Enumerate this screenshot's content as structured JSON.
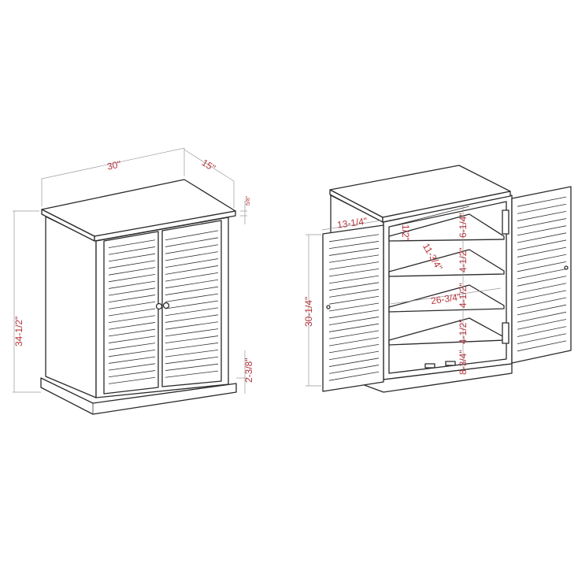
{
  "colors": {
    "dimension_text": "#b3343c",
    "drawing_line": "#2a2a2a",
    "dimension_line": "#999999"
  },
  "closed_view": {
    "width": "30\"",
    "depth": "15\"",
    "top_thickness": "5/8\"",
    "height": "34-1/2\"",
    "base_height": "2-3/8\""
  },
  "open_view": {
    "door_width": "13-1/4\"",
    "door_height": "30-1/4\"",
    "shelf_thickness": "1/2\"",
    "shelf_depth": "11-3/4\"",
    "shelf_width": "26-3/4\"",
    "top_gap": "6-1/4\"",
    "gap_1": "4-1/2\"",
    "gap_2": "4-1/2\"",
    "gap_3": "4-1/2\"",
    "bottom_gap": "8-3/4\""
  }
}
